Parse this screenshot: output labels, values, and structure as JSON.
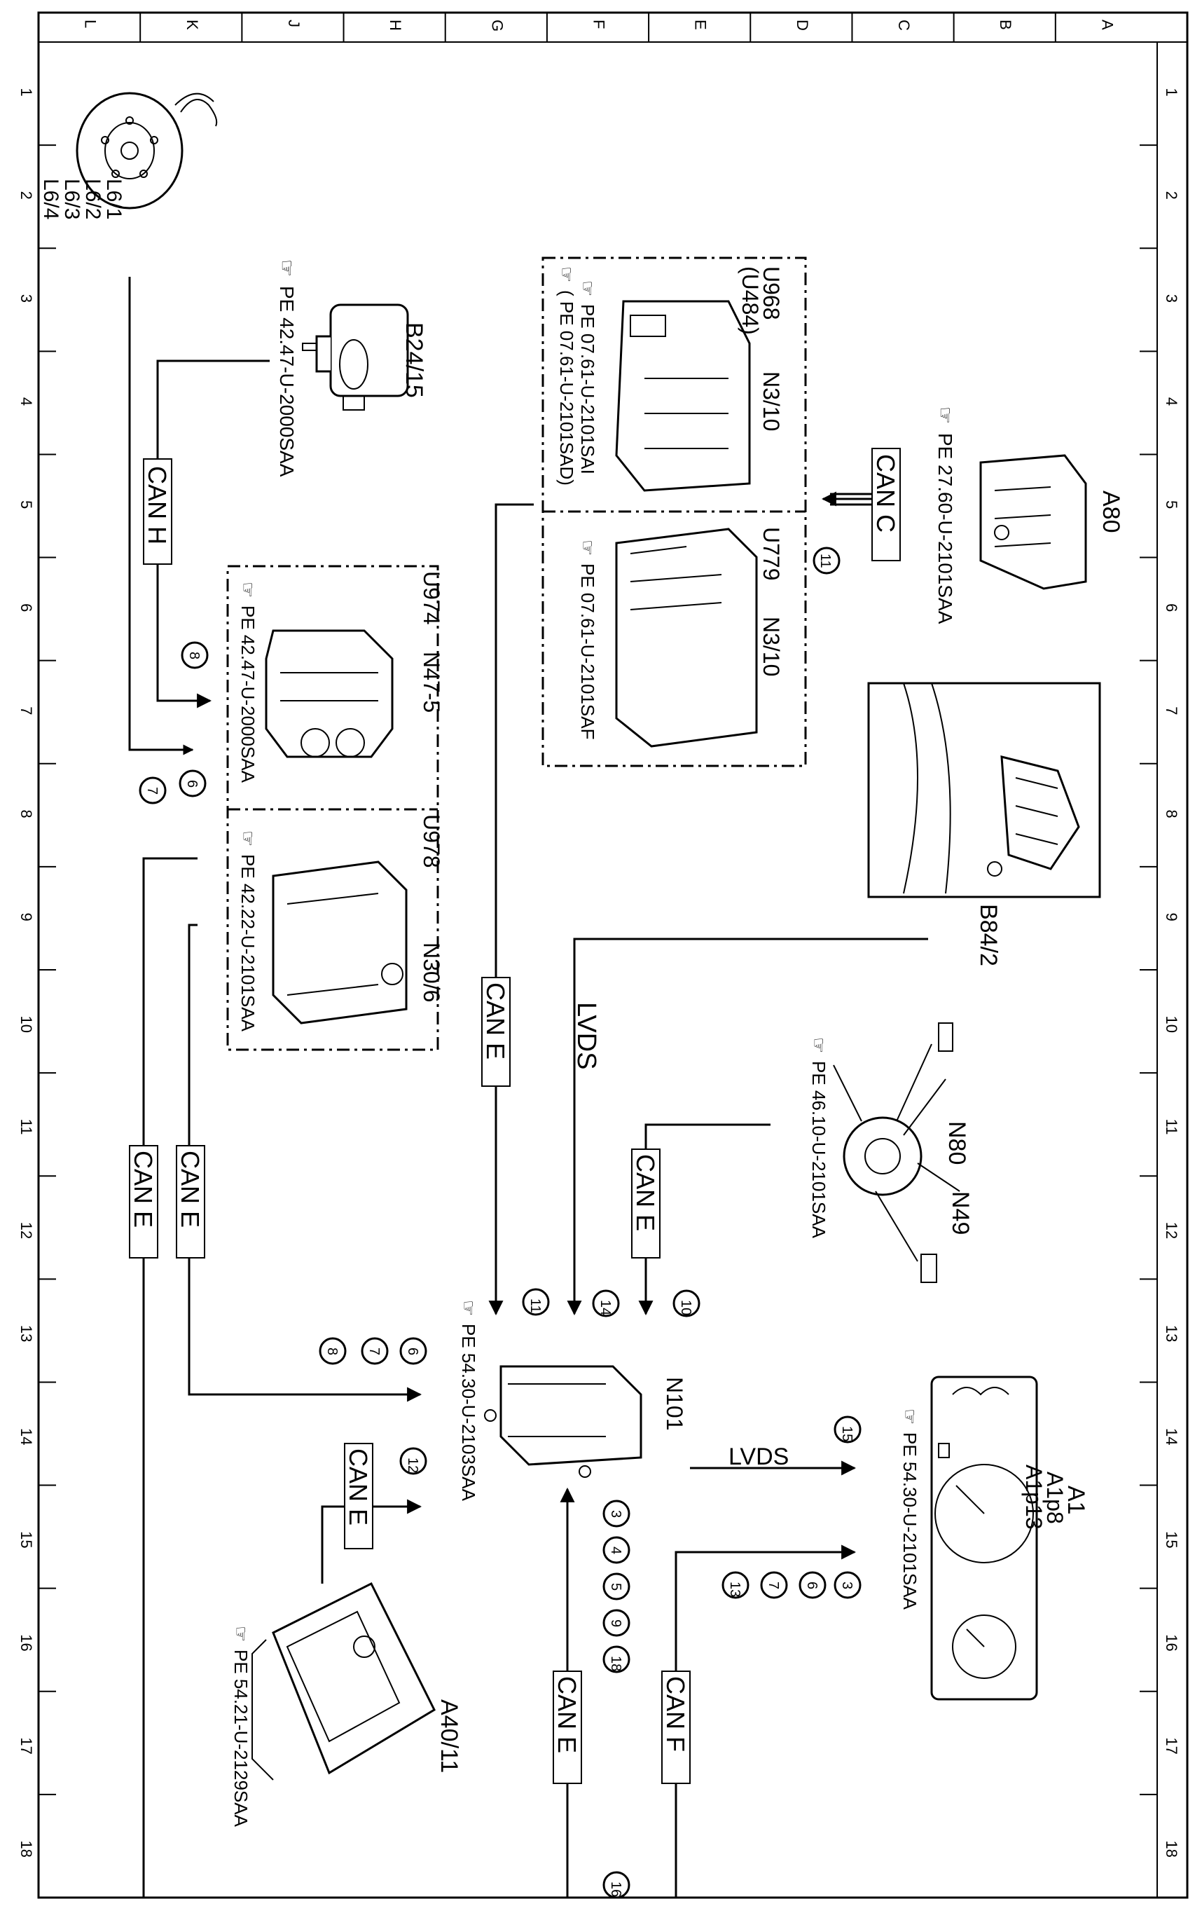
{
  "frame": {
    "columns": [
      "L",
      "K",
      "J",
      "H",
      "G",
      "F",
      "E",
      "D",
      "C",
      "B",
      "A"
    ],
    "rows": [
      "1",
      "2",
      "3",
      "4",
      "5",
      "6",
      "7",
      "8",
      "9",
      "10",
      "11",
      "12",
      "13",
      "14",
      "15",
      "16",
      "17",
      "18"
    ]
  },
  "components": {
    "l6": [
      "L6/1",
      "L6/2",
      "L6/3",
      "L6/4"
    ],
    "b24": {
      "code": "B24/15",
      "ref": "PE 42.47-U-2000SAA"
    },
    "a80": {
      "code": "A80",
      "ref": "PE 27.60-U-2101SAA"
    },
    "u968": {
      "variant": "U968",
      "variant2": "(U484)",
      "code": "N3/10",
      "ref1": "PE 07.61-U-2101SAI",
      "ref2": "( PE 07.61-U-2101SAD)"
    },
    "u779": {
      "variant": "U779",
      "code": "N3/10",
      "ref": "PE 07.61-U-2101SAF"
    },
    "u974": {
      "variant": "U974",
      "code": "N47-5",
      "ref": "PE 42.47-U-2000SAA"
    },
    "u978": {
      "variant": "U978",
      "code": "N30/6",
      "ref": "PE 42.22-U-2101SAA"
    },
    "b84": {
      "code": "B84/2"
    },
    "n80": {
      "code": "N80",
      "code2": "N49",
      "ref": "PE 46.10-U-2101SAA"
    },
    "n101": {
      "code": "N101",
      "ref": "PE 54.30-U-2103SAA"
    },
    "a1": {
      "code": "A1",
      "code2": "A1p8",
      "code3": "A1p13",
      "ref": "PE 54.30-U-2101SAA"
    },
    "a40": {
      "code": "A40/11",
      "ref": "PE 54.21-U-2129SAA"
    }
  },
  "buses": {
    "can_h": "CAN H",
    "can_c": "CAN C",
    "can_e": "CAN E",
    "can_f": "CAN F",
    "lvds": "LVDS"
  },
  "callouts": {
    "c11": "11",
    "c8": "8",
    "c6": "6",
    "c7": "7",
    "c14": "14",
    "c10": "10",
    "c12": "12",
    "c15": "15",
    "c3": "3",
    "c4": "4",
    "c5": "5",
    "c9": "9",
    "c18": "18",
    "c13": "13",
    "c16": "16"
  },
  "icons": {
    "reference": "hand-pointer-icon"
  }
}
